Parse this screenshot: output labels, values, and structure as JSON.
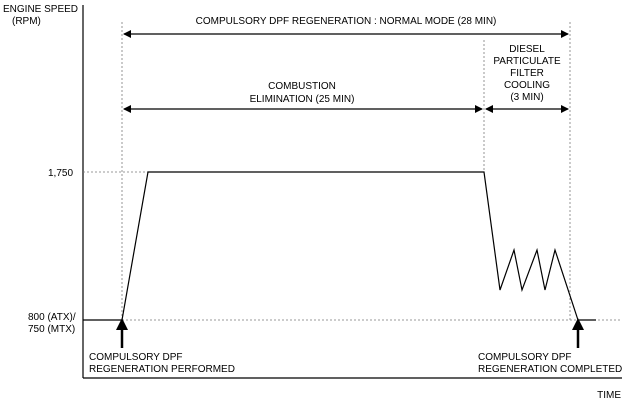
{
  "y_axis": {
    "title_line1": "ENGINE SPEED",
    "title_line2": "(RPM)",
    "tick_high": "1,750",
    "tick_low_line1": "800 (ATX)/",
    "tick_low_line2": "750 (MTX)"
  },
  "x_axis": {
    "title": "TIME"
  },
  "phases": {
    "total": "COMPULSORY DPF REGENERATION : NORMAL MODE (28 MIN)",
    "combustion_line1": "COMBUSTION",
    "combustion_line2": "ELIMINATION (25 MIN)",
    "cooling_line1": "DIESEL",
    "cooling_line2": "PARTICULATE",
    "cooling_line3": "FILTER",
    "cooling_line4": "COOLING",
    "cooling_line5": "(3 MIN)"
  },
  "events": {
    "start_line1": "COMPULSORY DPF",
    "start_line2": "REGENERATION PERFORMED",
    "end_line1": "COMPULSORY DPF",
    "end_line2": "REGENERATION COMPLETED"
  },
  "colors": {
    "line": "#000000",
    "guide": "#7a7a7a"
  }
}
